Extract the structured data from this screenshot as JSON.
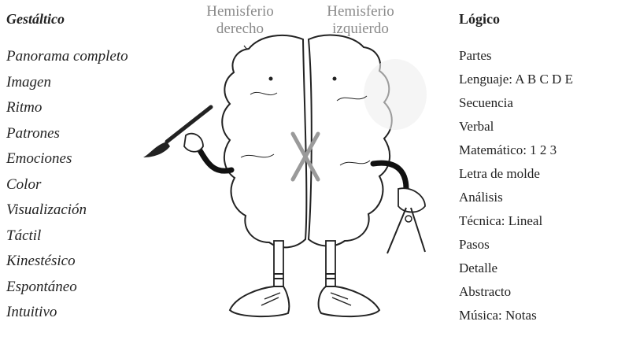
{
  "labels": {
    "right_hemisphere": [
      "Hemisferio",
      "derecho"
    ],
    "left_hemisphere": [
      "Hemisferio",
      "izquierdo"
    ]
  },
  "left_column": {
    "heading": "Gestáltico",
    "items": [
      "Panorama completo",
      "Imagen",
      "Ritmo",
      "Patrones",
      "Emociones",
      "Color",
      "Visualización",
      "Táctil",
      "Kinestésico",
      "Espontáneo",
      "Intuitivo"
    ]
  },
  "right_column": {
    "heading": "Lógico",
    "items": [
      "Partes",
      "Lenguaje: A B C D E",
      "Secuencia",
      "Verbal",
      "Matemático: 1 2 3",
      "Letra de molde",
      "Análisis",
      "Técnica: Lineal",
      "Pasos",
      "Detalle",
      "Abstracto",
      "Música: Notas"
    ]
  },
  "colors": {
    "ink": "#222222",
    "label_gray": "#8a8a8a",
    "x_mark": "#9a9a9a"
  }
}
